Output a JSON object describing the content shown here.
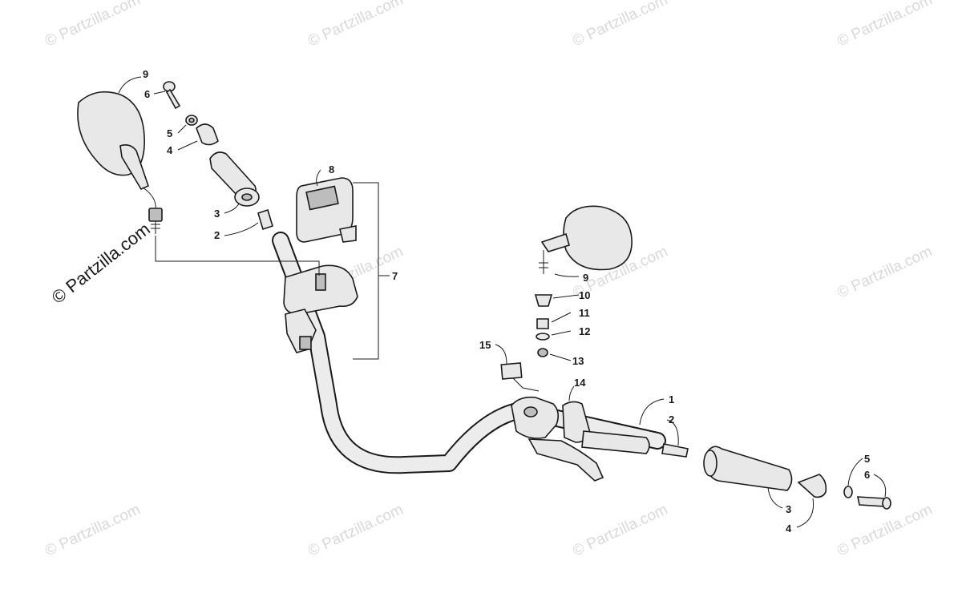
{
  "watermark": {
    "text": "© Partzilla.com",
    "main_text": "© Partzilla.com"
  },
  "callouts": {
    "c1": "1",
    "c2a": "2",
    "c2b": "2",
    "c3a": "3",
    "c3b": "3",
    "c4a": "4",
    "c4b": "4",
    "c5a": "5",
    "c5b": "5",
    "c6a": "6",
    "c6b": "6",
    "c7": "7",
    "c8": "8",
    "c9a": "9",
    "c9b": "9",
    "c10": "10",
    "c11": "11",
    "c12": "12",
    "c13": "13",
    "c14": "14",
    "c15": "15"
  },
  "colors": {
    "line": "#1a1a1a",
    "part_fill": "#e8e8e8",
    "watermark": "#d9d9d9"
  }
}
